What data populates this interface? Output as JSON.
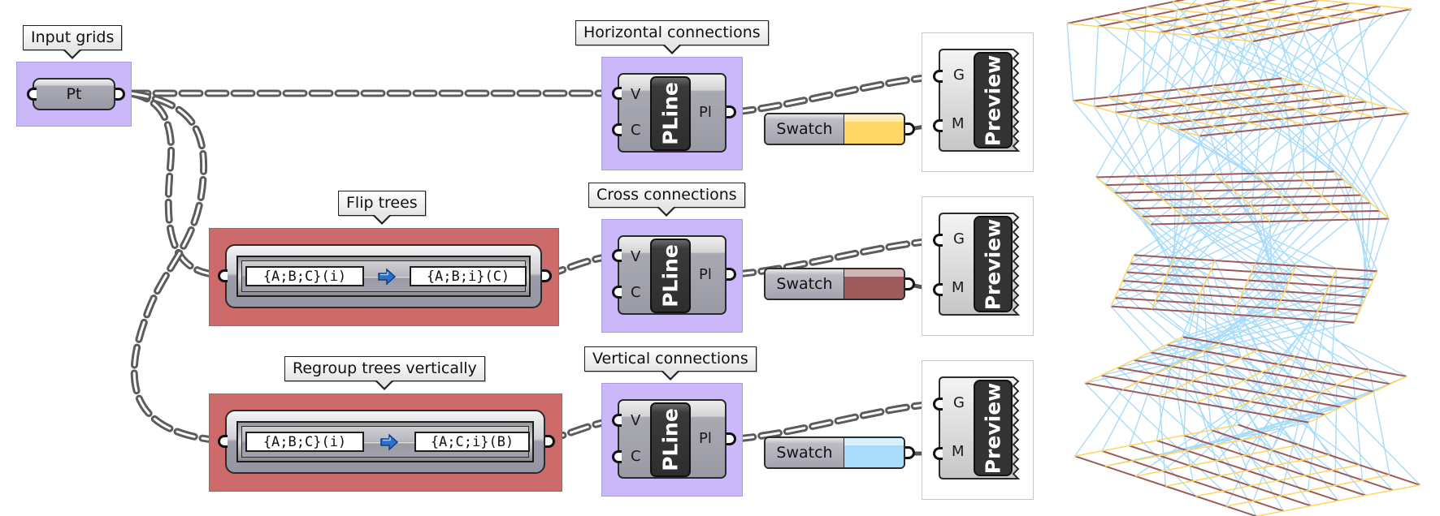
{
  "labels": {
    "input_grids": "Input grids",
    "horizontal": "Horizontal connections",
    "cross": "Cross connections",
    "vertical": "Vertical connections",
    "flip": "Flip trees",
    "regroup": "Regroup trees vertically"
  },
  "colors": {
    "group_purple": "#cbb8fb",
    "group_red": "#cd6a6a",
    "wire": "#5c5c5c",
    "swatch_yellow": "#ffd766",
    "swatch_red": "#a05c5c",
    "swatch_blue": "#a8dcfa",
    "view_vertical": "#a8dcfa",
    "view_cross": "#9c5a5a",
    "view_horizontal": "#ffd766"
  },
  "point_param": {
    "name": "Pt"
  },
  "tree_components": [
    {
      "source_path": "{A;B;C}(i)",
      "target_path": "{A;B;i}(C)",
      "arrow_icon": "right-arrow-icon"
    },
    {
      "source_path": "{A;B;C}(i)",
      "target_path": "{A;C;i}(B)",
      "arrow_icon": "right-arrow-icon"
    }
  ],
  "pline_components": [
    {
      "name": "PLine",
      "inputs": [
        "V",
        "C"
      ],
      "output": "Pl"
    },
    {
      "name": "PLine",
      "inputs": [
        "V",
        "C"
      ],
      "output": "Pl"
    },
    {
      "name": "PLine",
      "inputs": [
        "V",
        "C"
      ],
      "output": "Pl"
    }
  ],
  "swatches": [
    {
      "label": "Swatch",
      "color": "#ffd766"
    },
    {
      "label": "Swatch",
      "color": "#a05c5c"
    },
    {
      "label": "Swatch",
      "color": "#a8dcfa"
    }
  ],
  "previews": [
    {
      "name": "Preview",
      "inputs": [
        "G",
        "M"
      ]
    },
    {
      "name": "Preview",
      "inputs": [
        "G",
        "M"
      ]
    },
    {
      "name": "Preview",
      "inputs": [
        "G",
        "M"
      ]
    }
  ],
  "viewport": {
    "description": "3D wireframe preview of stacked twisting point grids",
    "layers": 6,
    "grid_size": 7
  }
}
